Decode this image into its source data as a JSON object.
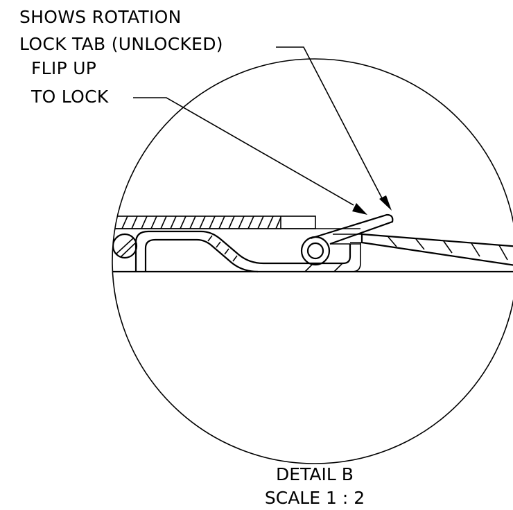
{
  "callouts": {
    "rotation_lock_line1": "SHOWS ROTATION",
    "rotation_lock_line2": "LOCK TAB (UNLOCKED)",
    "flip_up_line1": "FLIP UP",
    "flip_up_line2": "TO LOCK"
  },
  "detail_label": {
    "line1": "DETAIL B",
    "line2": "SCALE 1 : 2"
  }
}
